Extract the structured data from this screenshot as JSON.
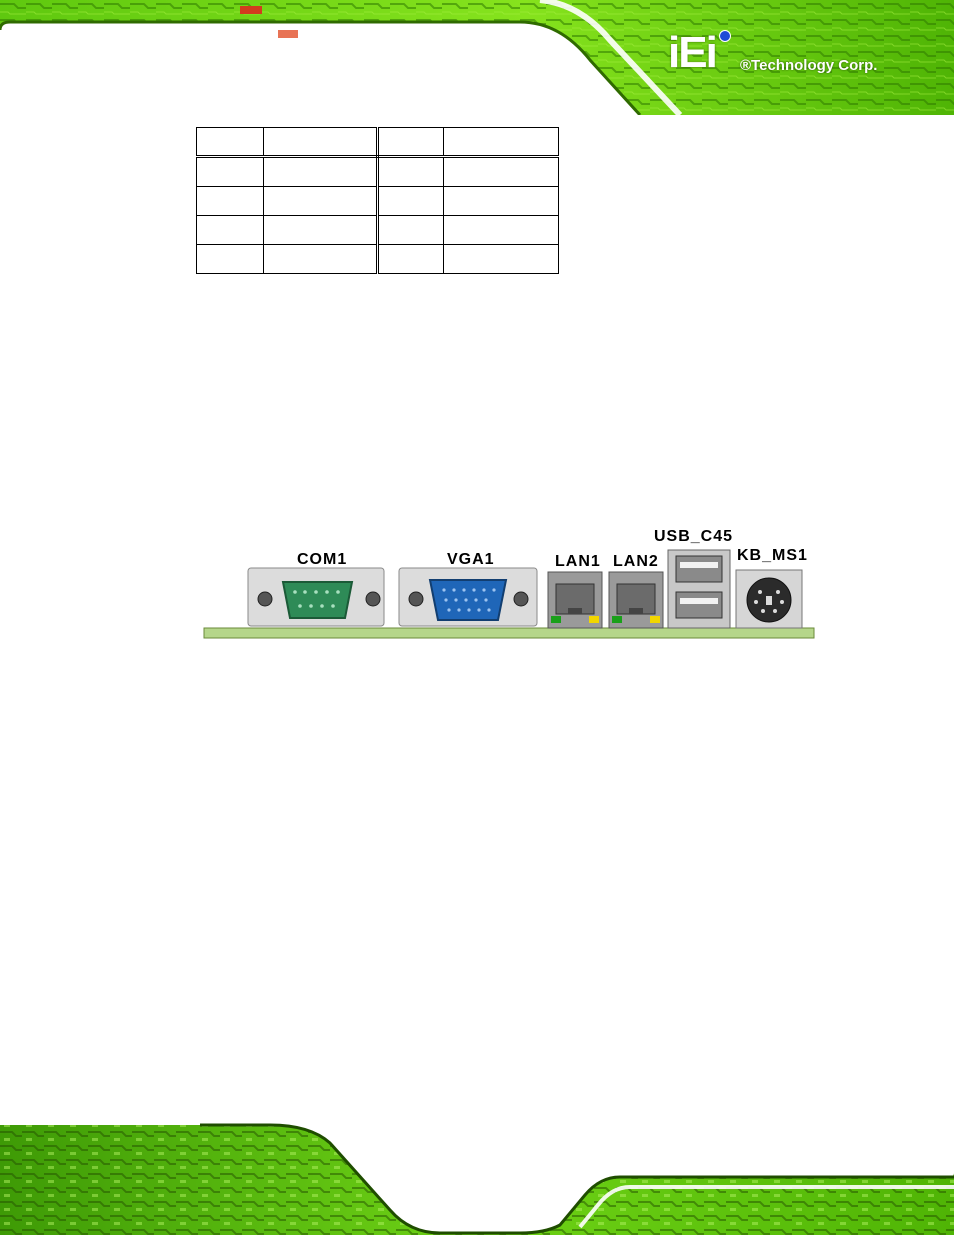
{
  "header": {
    "logo_mark": "iEi",
    "company": "®Technology Corp."
  },
  "pin_table": {
    "rows": [
      [
        "",
        "",
        "",
        ""
      ],
      [
        "",
        "",
        "",
        ""
      ],
      [
        "",
        "",
        "",
        ""
      ],
      [
        "",
        "",
        "",
        ""
      ],
      [
        "",
        "",
        "",
        ""
      ]
    ]
  },
  "rear_panel": {
    "labels": {
      "com1": "COM1",
      "vga1": "VGA1",
      "lan1": "LAN1",
      "lan2": "LAN2",
      "usb": "USB_C45",
      "kbms": "KB_MS1"
    },
    "colors": {
      "board": "#b5d68a",
      "com_port": "#2e8b57",
      "vga_port": "#1f66b8",
      "lan_link_led": "#1aa01a",
      "lan_activity_led": "#f2d600",
      "ps2_port": "#2b2b2b"
    }
  },
  "theme": {
    "pcb_green": "#7ad61a",
    "pcb_dark": "#2f6b00"
  }
}
